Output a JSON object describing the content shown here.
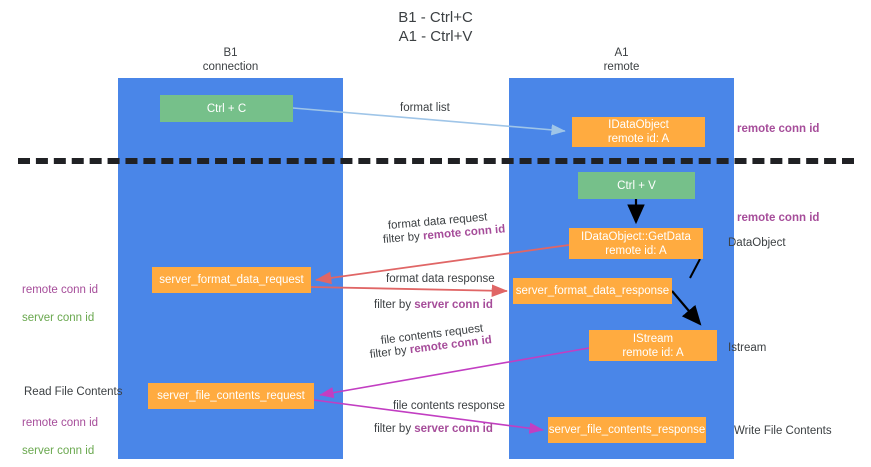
{
  "title": "B1 - Ctrl+C\nA1 - Ctrl+V",
  "lanes": [
    {
      "name": "B1",
      "header": "B1\nconnection"
    },
    {
      "name": "A1",
      "header": "A1\nremote"
    }
  ],
  "nodes": {
    "ctrl_c": "Ctrl + C",
    "idataobject": "IDataObject\nremote id: A",
    "ctrl_v": "Ctrl + V",
    "getdata": "IDataObject::GetData\nremote id: A",
    "server_format_data_request": "server_format_data_request",
    "server_format_data_response": "server_format_data_response",
    "istream": "IStream\nremote id: A",
    "server_file_contents_request": "server_file_contents_request",
    "server_file_contents_response": "server_file_contents_response"
  },
  "edges": {
    "format_list": "format list",
    "format_data_request": "format data request",
    "format_data_request_filter_prefix": "filter by ",
    "format_data_request_filter_key": "remote conn id",
    "format_data_response": "format data response",
    "format_data_response_filter_prefix": "filter by ",
    "format_data_response_filter_key": "server conn id",
    "file_contents_request": "file contents request",
    "file_contents_request_filter_prefix": "filter by ",
    "file_contents_request_filter_key": "remote conn id",
    "file_contents_response": "file contents response",
    "file_contents_response_filter_prefix": "filter by ",
    "file_contents_response_filter_key": "server conn id"
  },
  "annotations": {
    "remote_conn_id_top": "remote conn id",
    "remote_conn_id_mid": "remote conn id",
    "dataobject": "DataObject",
    "istream": "Istream",
    "write_file_contents": "Write File Contents",
    "read_file_contents": "Read File Contents",
    "left_remote_conn_id": "remote conn id",
    "left_server_conn_id": "server conn id",
    "left_remote_conn_id_2": "remote conn id",
    "left_server_conn_id_2": "server conn id"
  },
  "colors": {
    "lane": "#4a86e8",
    "green_node": "#76c08a",
    "orange_node": "#ffab40",
    "purple_text": "#a64d9a",
    "green_text": "#6aa84f",
    "red_arrow": "#e06666",
    "magenta_arrow": "#c23ec2",
    "blue_arrow": "#9fc5e8",
    "black_arrow": "#000000",
    "divider": "#202124",
    "background": "#ffffff"
  }
}
